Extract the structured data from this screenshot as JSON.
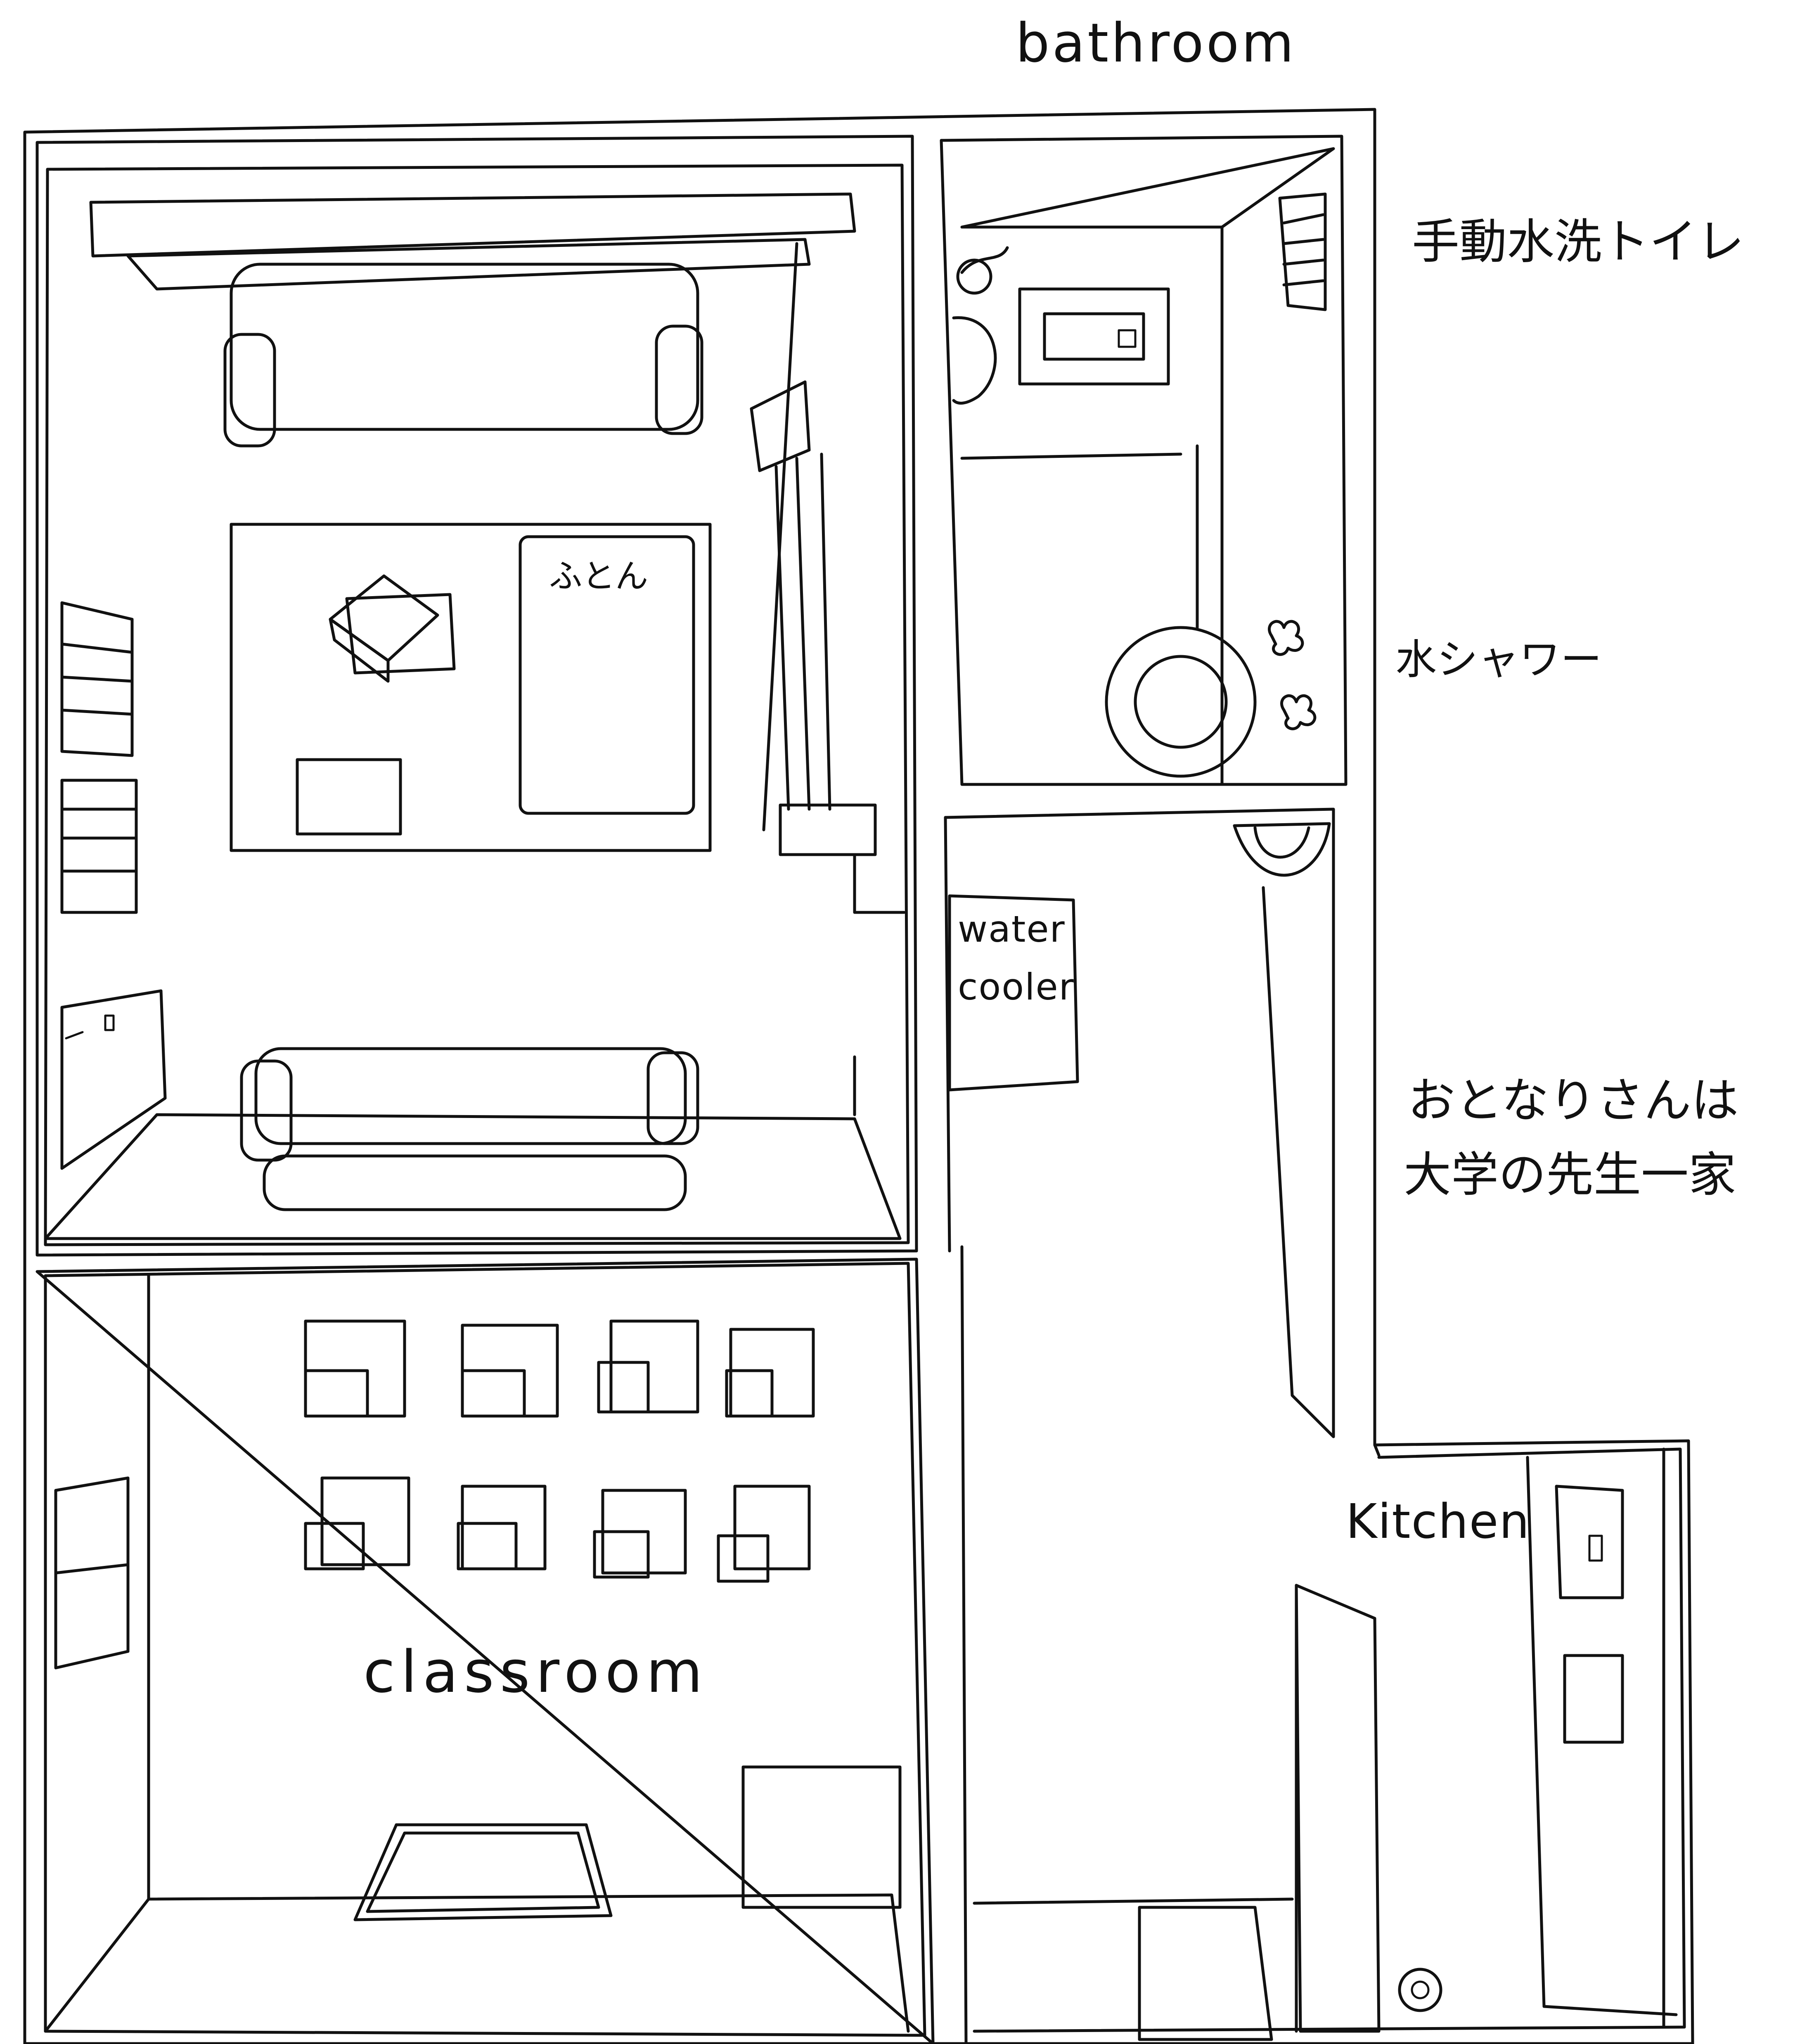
{
  "labels": {
    "bathroom": "bathroom",
    "toilet_note": "手動水洗トイレ",
    "shower_note": "水シャワー",
    "futon": "ふとん",
    "water_cooler_line1": "water",
    "water_cooler_line2": "cooler",
    "neighbor_note_line1": "おとなりさんは",
    "neighbor_note_line2": "大学の先生一家",
    "kitchen": "Kitchen",
    "classroom": "classroom"
  }
}
